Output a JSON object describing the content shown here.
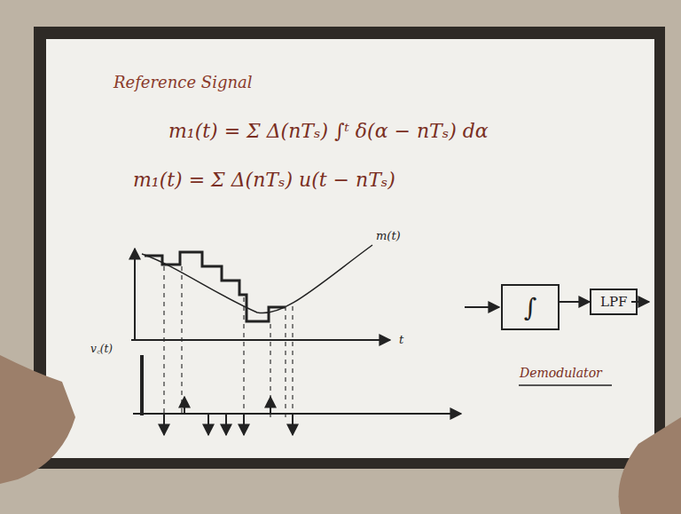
{
  "diagram": {
    "nodes": [
      {
        "text": [
          "∫"
        ]
      },
      {
        "text": [
          "LPF"
        ]
      }
    ],
    "edges": [
      {
        "from": 0,
        "to": 1,
        "arrow": "to"
      }
    ],
    "labels": [
      "Reference Signal",
      "m₁(t) = Σ Δ(nTₛ) ∫ᵗ δ(α − nTₛ) dα",
      "m₁(t) = Σ Δ(nTₛ) u(t − nTₛ)",
      "m(t)",
      "t",
      "v꜀(t)",
      "Demodulator"
    ]
  }
}
